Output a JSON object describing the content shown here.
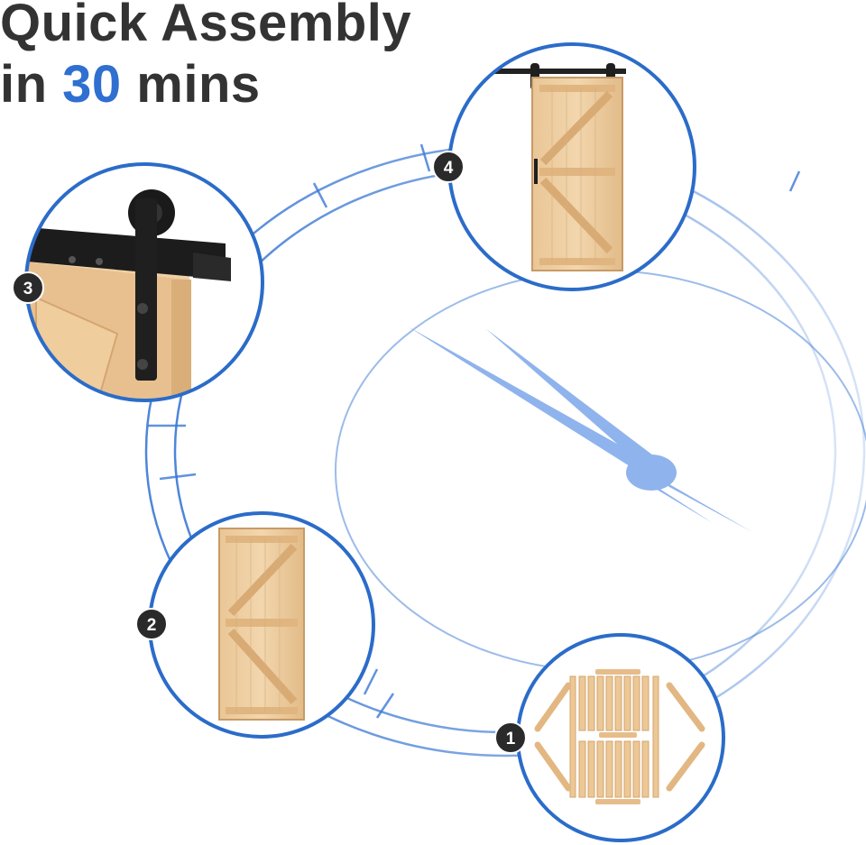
{
  "headline": {
    "line1": "Quick Assembly",
    "line2_prefix": "in ",
    "line2_accent": "30",
    "line2_suffix": " mins"
  },
  "steps": [
    {
      "number": "1",
      "depicts": "door-parts-kit"
    },
    {
      "number": "2",
      "depicts": "assembled-door"
    },
    {
      "number": "3",
      "depicts": "roller-hanger-closeup"
    },
    {
      "number": "4",
      "depicts": "door-hung-on-track"
    }
  ],
  "colors": {
    "accent": "#2f6fd0",
    "circle_border": "#2b6cc9",
    "ring_line": "#3a78d4",
    "clock_hand": "#8fb3ec",
    "headline_text": "#333333",
    "badge_fill": "#2a2a2a",
    "wood": "#e8c497",
    "hardware": "#1f1f1f"
  }
}
